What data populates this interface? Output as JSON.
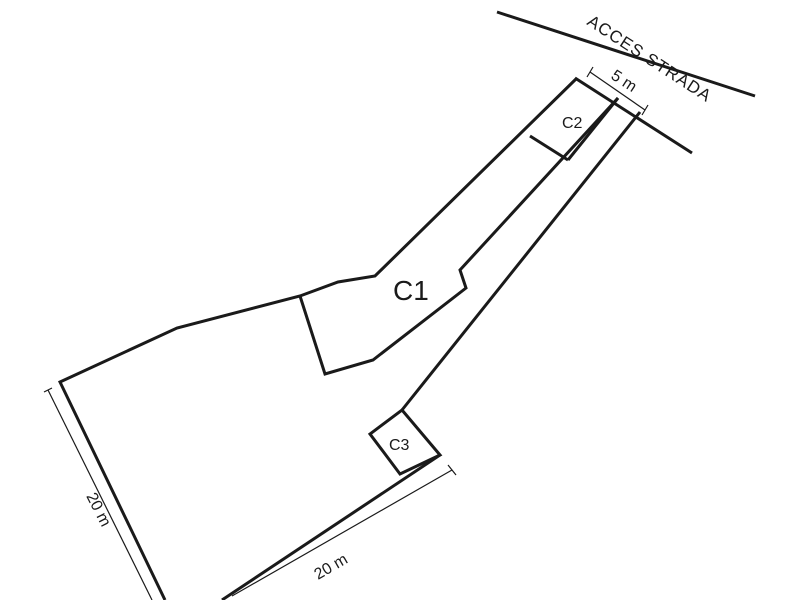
{
  "road_label": "ACCES  STRADA",
  "parcels": {
    "c1": "C1",
    "c2": "C2",
    "c3": "C3"
  },
  "dimensions": {
    "road_width": "5 m",
    "west_side": "20 m",
    "south_side": "20 m"
  }
}
